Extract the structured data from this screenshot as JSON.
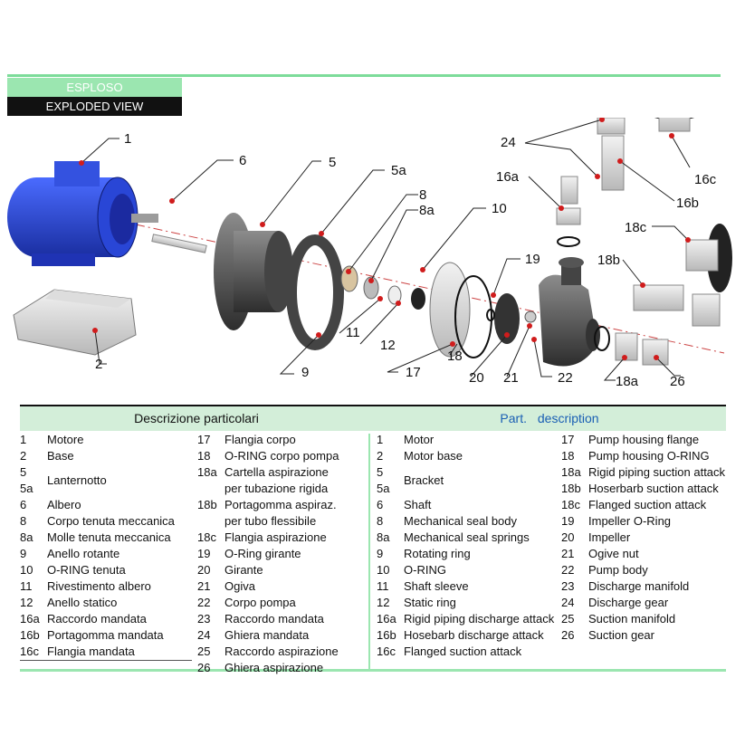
{
  "labels": {
    "esploso": "ESPLOSO",
    "exploded": "EXPLODED VIEW"
  },
  "callouts": [
    "1",
    "6",
    "5",
    "5a",
    "8",
    "8a",
    "10",
    "24",
    "16a",
    "16c",
    "16b",
    "18c",
    "19",
    "18b",
    "2",
    "9",
    "11",
    "12",
    "17",
    "18",
    "20",
    "21",
    "22",
    "18a",
    "26"
  ],
  "table": {
    "left_header": "Descrizione particolari",
    "right_header_part": "Part.",
    "right_header_desc": "description",
    "it_col1": [
      {
        "n": "1",
        "t": "Motore"
      },
      {
        "n": "2",
        "t": "Base"
      },
      {
        "n": "5\n5a",
        "t": "Lanternotto"
      },
      {
        "n": "6",
        "t": "Albero"
      },
      {
        "n": "8",
        "t": "Corpo tenuta meccanica"
      },
      {
        "n": "8a",
        "t": "Molle tenuta meccanica"
      },
      {
        "n": "9",
        "t": "Anello rotante"
      },
      {
        "n": "10",
        "t": "O-RING tenuta"
      },
      {
        "n": "11",
        "t": "Rivestimento albero"
      },
      {
        "n": "12",
        "t": "Anello statico"
      },
      {
        "n": "16a",
        "t": "Raccordo mandata"
      },
      {
        "n": "16b",
        "t": "Portagomma mandata"
      },
      {
        "n": "16c",
        "t": "Flangia mandata"
      }
    ],
    "it_col2": [
      {
        "n": "17",
        "t": "Flangia corpo"
      },
      {
        "n": "18",
        "t": "O-RING corpo pompa"
      },
      {
        "n": "18a",
        "t": "Cartella aspirazione\nper tubazione rigida"
      },
      {
        "n": "18b",
        "t": "Portagomma aspiraz.\nper tubo flessibile"
      },
      {
        "n": "18c",
        "t": "Flangia aspirazione"
      },
      {
        "n": "19",
        "t": "O-Ring girante"
      },
      {
        "n": "20",
        "t": "Girante"
      },
      {
        "n": "21",
        "t": "Ogiva"
      },
      {
        "n": "22",
        "t": "Corpo pompa"
      },
      {
        "n": "23",
        "t": "Raccordo mandata"
      },
      {
        "n": "24",
        "t": "Ghiera mandata"
      },
      {
        "n": "25",
        "t": "Raccordo aspirazione"
      },
      {
        "n": "26",
        "t": "Ghiera aspirazione"
      }
    ],
    "en_col1": [
      {
        "n": "1",
        "t": "Motor"
      },
      {
        "n": "2",
        "t": "Motor base"
      },
      {
        "n": "5\n5a",
        "t": "Bracket"
      },
      {
        "n": "6",
        "t": "Shaft"
      },
      {
        "n": "8",
        "t": "Mechanical seal body"
      },
      {
        "n": "8a",
        "t": "Mechanical  seal springs"
      },
      {
        "n": "9",
        "t": "Rotating ring"
      },
      {
        "n": "10",
        "t": "O-RING"
      },
      {
        "n": "11",
        "t": "Shaft sleeve"
      },
      {
        "n": "12",
        "t": "Static ring"
      },
      {
        "n": "16a",
        "t": "Rigid piping discharge attack"
      },
      {
        "n": "16b",
        "t": "Hosebarb discharge attack"
      },
      {
        "n": "16c",
        "t": "Flanged suction attack"
      }
    ],
    "en_col2": [
      {
        "n": "17",
        "t": "Pump housing flange"
      },
      {
        "n": "18",
        "t": "Pump housing O-RING"
      },
      {
        "n": "18a",
        "t": "Rigid piping suction attack"
      },
      {
        "n": "18b",
        "t": "Hoserbarb suction attack"
      },
      {
        "n": "18c",
        "t": "Flanged suction attack"
      },
      {
        "n": "19",
        "t": "Impeller O-Ring"
      },
      {
        "n": "20",
        "t": "Impeller"
      },
      {
        "n": "21",
        "t": "Ogive nut"
      },
      {
        "n": "22",
        "t": "Pump body"
      },
      {
        "n": "23",
        "t": "Discharge manifold"
      },
      {
        "n": "24",
        "t": "Discharge gear"
      },
      {
        "n": "25",
        "t": "Suction manifold"
      },
      {
        "n": "26",
        "t": "Suction gear"
      }
    ]
  },
  "colors": {
    "accent_green": "#9be6b0",
    "motor_blue": "#2140c8",
    "part_grey": "#555555",
    "callout_red": "#d01c1c"
  }
}
